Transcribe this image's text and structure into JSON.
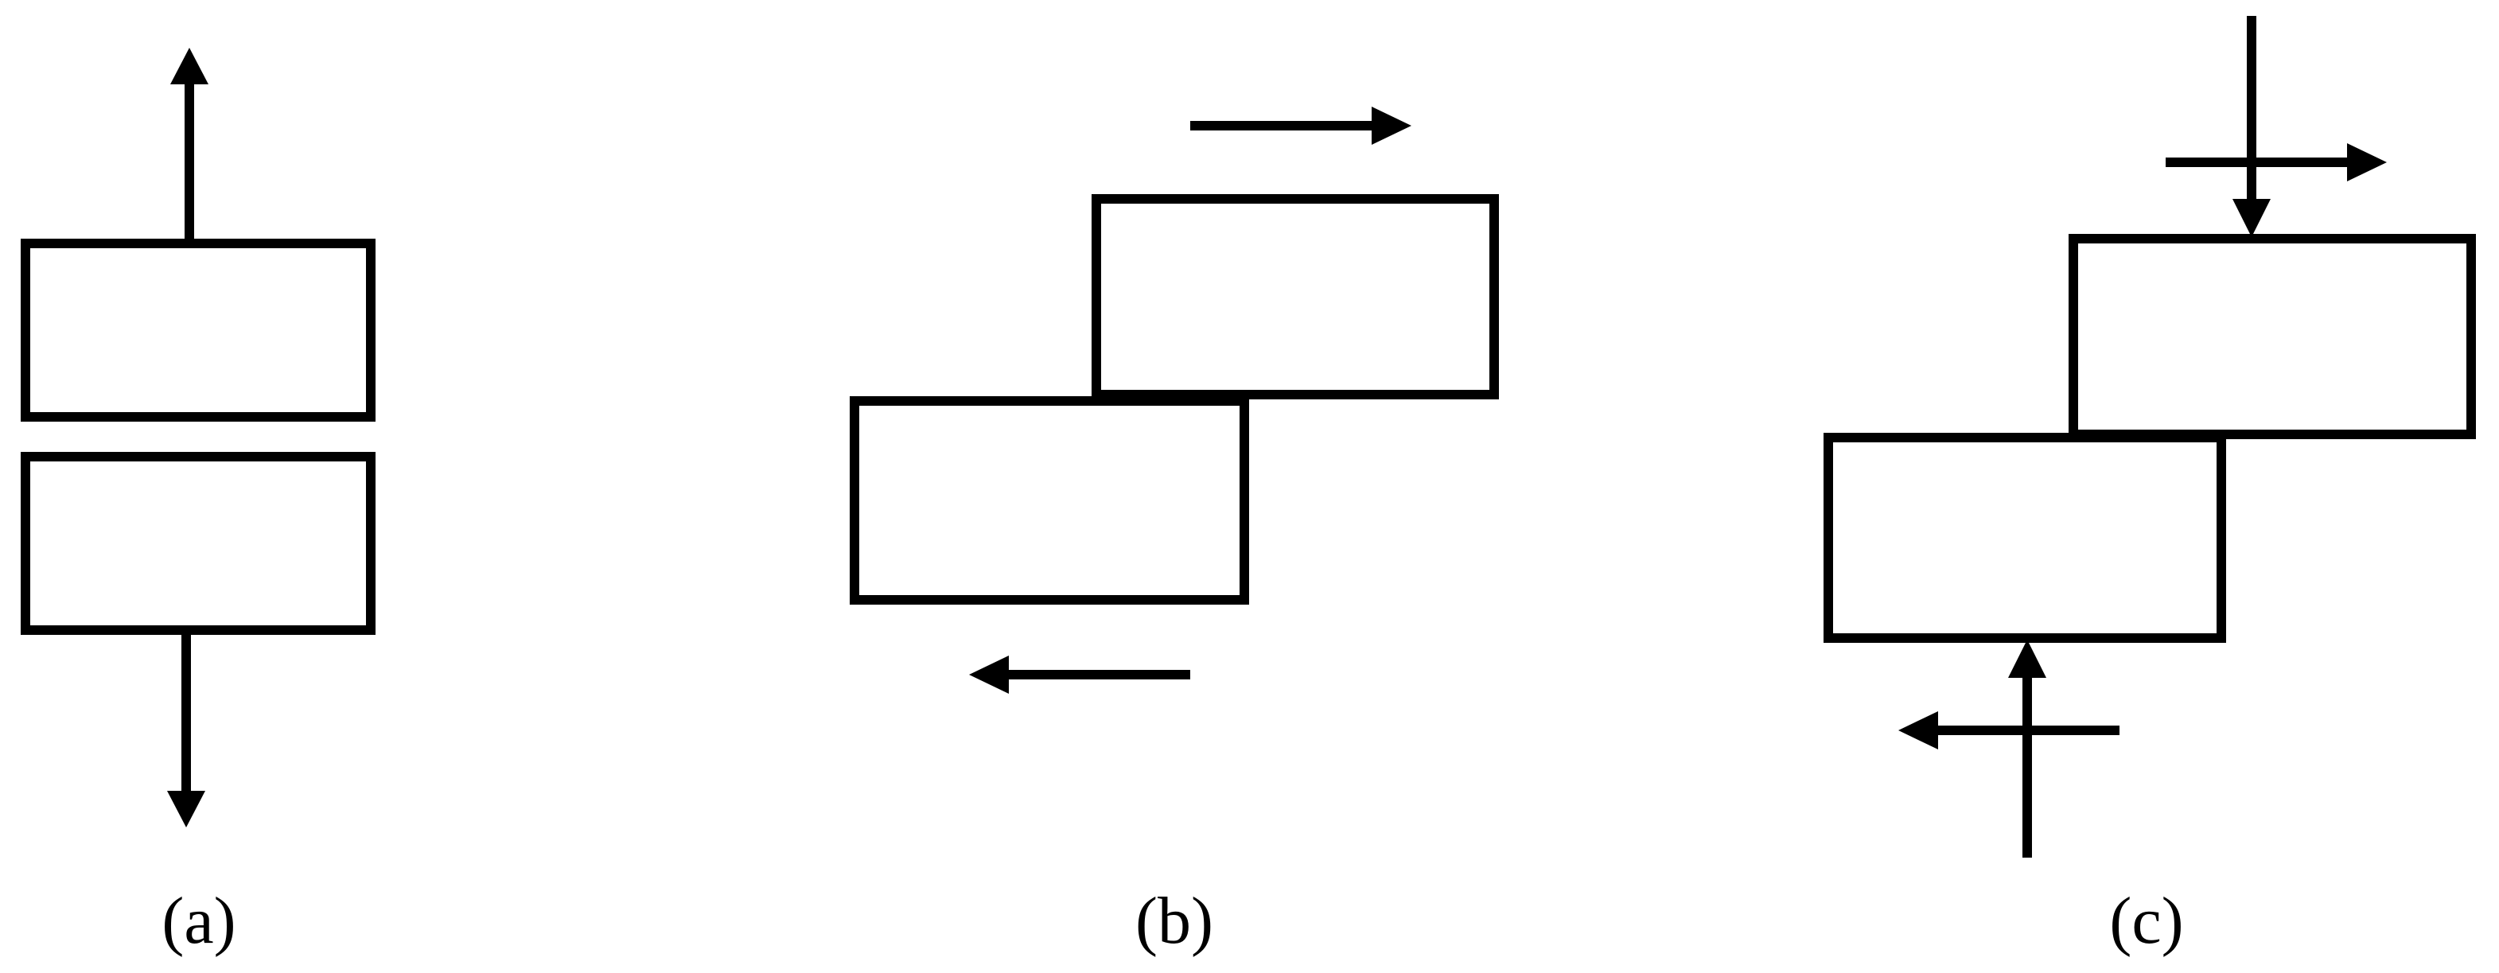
{
  "panels": [
    {
      "id": "a",
      "caption": "(a)",
      "description_icon": "tension-arrows-icon"
    },
    {
      "id": "b",
      "caption": "(b)",
      "description_icon": "shear-arrows-icon"
    },
    {
      "id": "c",
      "caption": "(c)",
      "description_icon": "mixed-mode-arrows-icon"
    }
  ],
  "colors": {
    "stroke": "#000000",
    "background": "#ffffff"
  }
}
